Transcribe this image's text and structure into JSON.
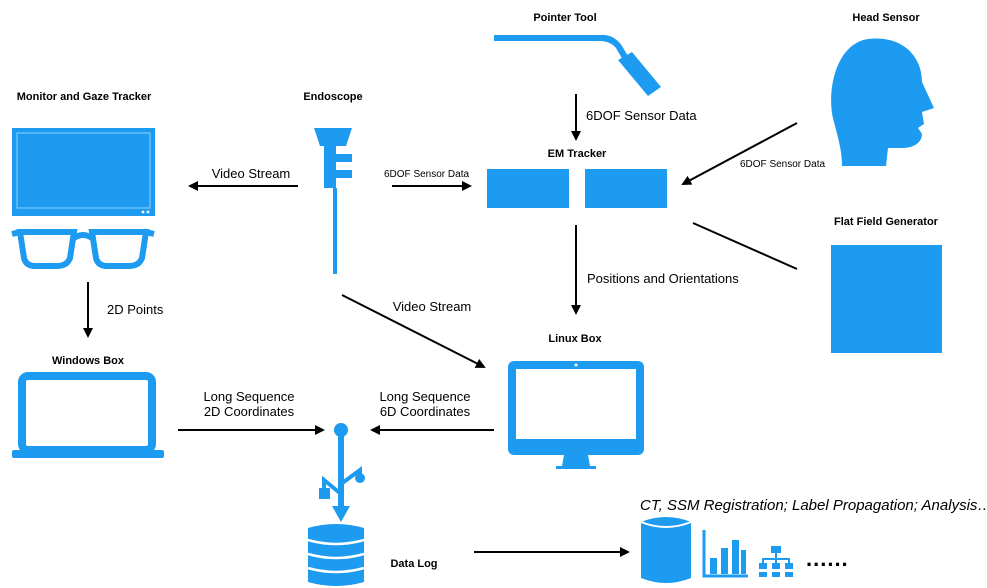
{
  "colors": {
    "device": "#1d9bf0",
    "arrow": "#000000"
  },
  "nodes": {
    "pointer_tool": "Pointer Tool",
    "head_sensor": "Head Sensor",
    "monitor_gaze": "Monitor and Gaze Tracker",
    "endoscope": "Endoscope",
    "em_tracker": "EM Tracker",
    "flat_field": "Flat Field Generator",
    "windows_box": "Windows Box",
    "linux_box": "Linux Box",
    "data_log": "Data Log"
  },
  "edges": {
    "pointer_to_tracker": "6DOF Sensor Data",
    "head_to_tracker": "6DOF Sensor Data",
    "endoscope_to_monitor": "Video Stream",
    "endoscope_to_tracker": "6DOF Sensor Data",
    "tracker_to_linux": "Positions and Orientations",
    "endoscope_to_linux": "Video Stream",
    "gaze_to_windows": "2D Points",
    "windows_to_usb_line1": "Long Sequence",
    "windows_to_usb_line2": "2D Coordinates",
    "linux_to_usb_line1": "Long Sequence",
    "linux_to_usb_line2": "6D Coordinates"
  },
  "analysis": {
    "caption": "CT, SSM Registration; Label Propagation; Analysis…",
    "ellipsis": "......"
  },
  "icons": [
    "pointer-tool-icon",
    "head-icon",
    "monitor-icon",
    "glasses-icon",
    "endoscope-icon",
    "em-tracker-icon",
    "field-generator-icon",
    "laptop-icon",
    "desktop-icon",
    "usb-icon",
    "database-icon",
    "bar-chart-icon",
    "hierarchy-icon"
  ]
}
